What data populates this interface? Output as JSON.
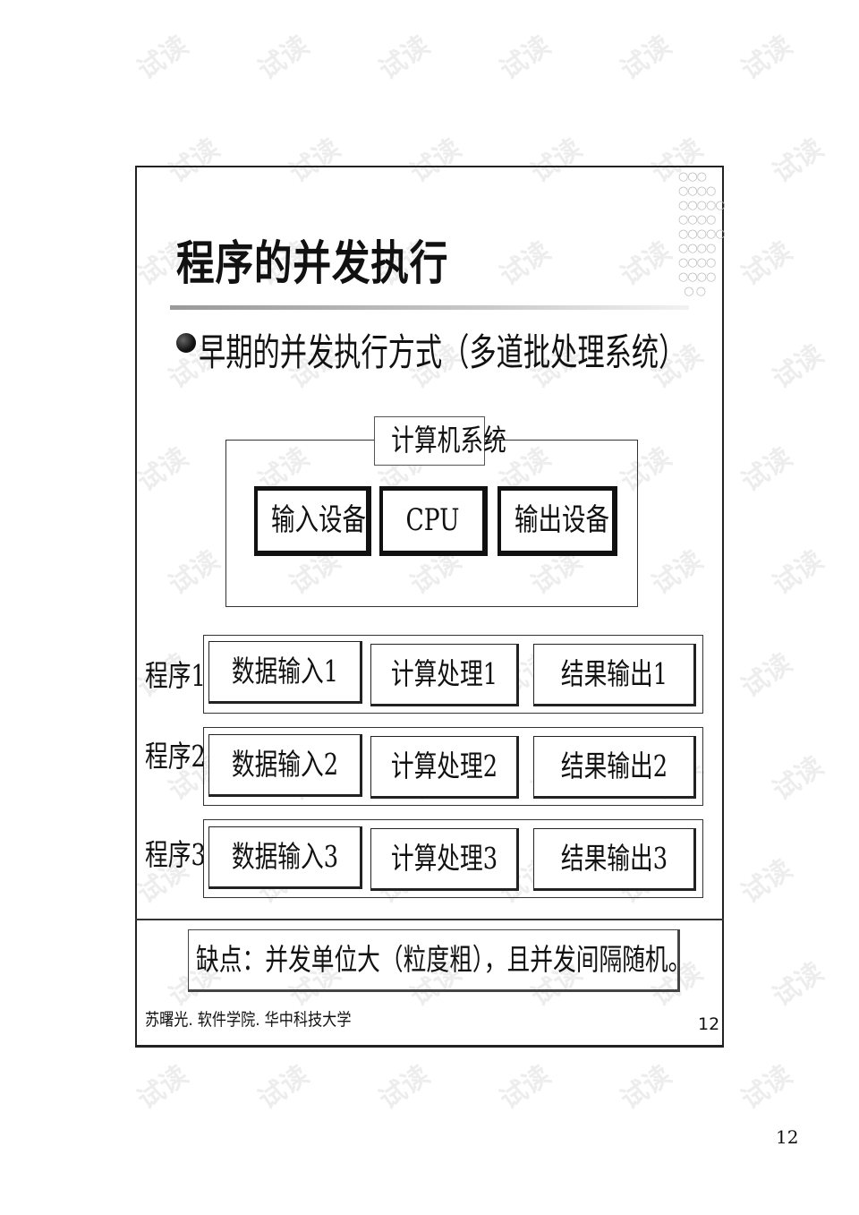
{
  "watermark": "试读",
  "slide": {
    "title": "程序的并发执行",
    "subtitle": "早期的并发执行方式（多道批处理系统）",
    "system": {
      "label": "计算机系统",
      "devices": [
        "输入设备",
        "CPU",
        "输出设备"
      ]
    },
    "programs": [
      {
        "label": "程序1",
        "steps": [
          "数据输入1",
          "计算处理1",
          "结果输出1"
        ]
      },
      {
        "label": "程序2",
        "steps": [
          "数据输入2",
          "计算处理2",
          "结果输出2"
        ]
      },
      {
        "label": "程序3",
        "steps": [
          "数据输入3",
          "计算处理3",
          "结果输出3"
        ]
      }
    ],
    "note": "缺点：并发单位大（粒度粗），且并发间隔随机。",
    "footer": "苏曙光. 软件学院. 华中科技大学",
    "slide_number": "12"
  },
  "page_number": "12"
}
